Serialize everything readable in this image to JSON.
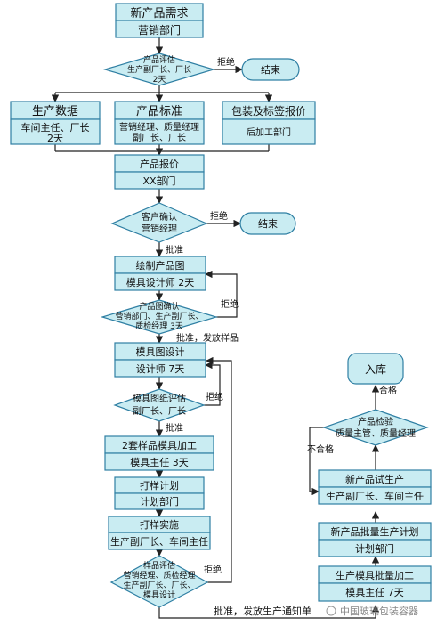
{
  "nodes": {
    "n1": [
      "新产品需求",
      "营销部门"
    ],
    "d1": [
      "产品评估",
      "生产副厂长、厂长",
      "2天"
    ],
    "end1": "结束",
    "b_prod": [
      "生产数据",
      "车间主任、厂长",
      "2天"
    ],
    "b_std": [
      "产品标准",
      "营销经理、质量经理",
      "副厂长、厂长"
    ],
    "b_pack": [
      "包装及标签报价",
      "后加工部门"
    ],
    "n_quote": [
      "产品报价",
      "XX部门"
    ],
    "d2": [
      "客户确认",
      "营销经理"
    ],
    "end2": "结束",
    "n_draw": [
      "绘制产品图",
      "模具设计师 2天"
    ],
    "d3": [
      "产品图确认",
      "营销部门、生产副厂长、",
      "质检经理 3天"
    ],
    "n_mold": [
      "模具图设计",
      "设计师 7天"
    ],
    "d4": [
      "模具图纸评估",
      "副厂长、厂长"
    ],
    "n_sample": [
      "2套样品模具加工",
      "模具主任  3天"
    ],
    "n_plan": [
      "打样计划",
      "计划部门"
    ],
    "n_impl": [
      "打样实施",
      "生产副厂长、车间主任"
    ],
    "d5": [
      "样品评估",
      "营销经理、质检经理",
      "生产副厂长、厂长、",
      "模具设计"
    ],
    "n_mass_mold": [
      "生产模具批量加工",
      "模具主任 7天"
    ],
    "n_mass_plan": [
      "新产品批量生产计划",
      "计划部门"
    ],
    "n_trial": [
      "新产品试生产",
      "生产副厂长、车间主任"
    ],
    "d6": [
      "产品检验",
      "质量主管、质量经理"
    ],
    "n_store": "入库"
  },
  "labels": {
    "reject1": "拒绝",
    "reject2": "拒绝",
    "approve2": "批准",
    "reject3": "拒绝",
    "approve3": "批准，发放样品",
    "reject4": "拒绝",
    "approve4": "批准",
    "reject5": "拒绝",
    "approve5": "批准，发放生产通知单",
    "fail6": "不合格",
    "pass6": "合格"
  },
  "watermark": "中国玻璃包装容器"
}
